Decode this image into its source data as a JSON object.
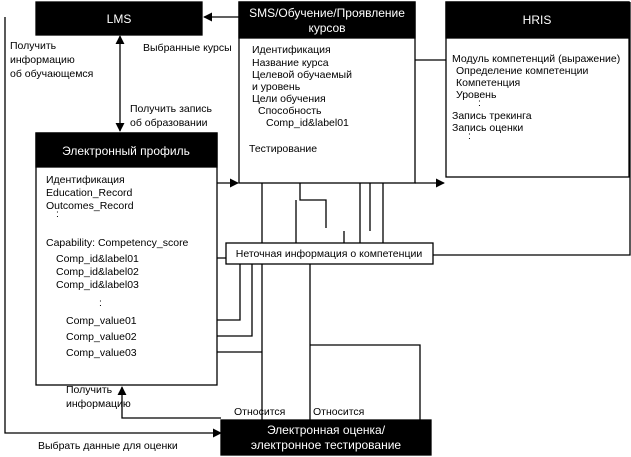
{
  "lms": {
    "title": "LMS"
  },
  "sms": {
    "title_line1": "SMS/Обучение/Проявление",
    "title_line2": "курсов",
    "items": [
      "Идентификация",
      "Название курса",
      "Целевой обучаемый",
      "и уровень",
      "Цели обучения",
      "Способность",
      "Comp_id&label01"
    ],
    "testing": "Тестирование"
  },
  "hris": {
    "title": "HRIS",
    "items": [
      "Модуль компетенций (выражение)",
      "Определение компетенции",
      "Компетенция",
      "Уровень",
      ":",
      "Запись трекинга",
      "Запись оценки",
      ":"
    ]
  },
  "profile": {
    "title": "Электронный профиль",
    "items": [
      "Идентификация",
      "Education_Record",
      "Outcomes_Record",
      ":"
    ],
    "capability": "Capability: Competency_score",
    "labels": [
      "Comp_id&label01",
      "Comp_id&label02",
      "Comp_id&label03"
    ],
    "dots": ":",
    "values": [
      "Comp_value01",
      "Comp_value02",
      "Comp_value03"
    ]
  },
  "fuzzy": {
    "label": "Неточная информация о компетенции"
  },
  "assessment": {
    "line1": "Электронная оценка/",
    "line2": "электронное тестирование"
  },
  "annotations": {
    "get_info_learner": [
      "Получить",
      "информацию",
      "об обучающемся"
    ],
    "selected_courses": "Выбранные курсы",
    "get_education_record": [
      "Получить запись",
      "об образовании"
    ],
    "get_info": [
      "Получить",
      "информацию"
    ],
    "relates_1": "Относится",
    "relates_2": "Относится",
    "select_data": "Выбрать данные для оценки"
  }
}
